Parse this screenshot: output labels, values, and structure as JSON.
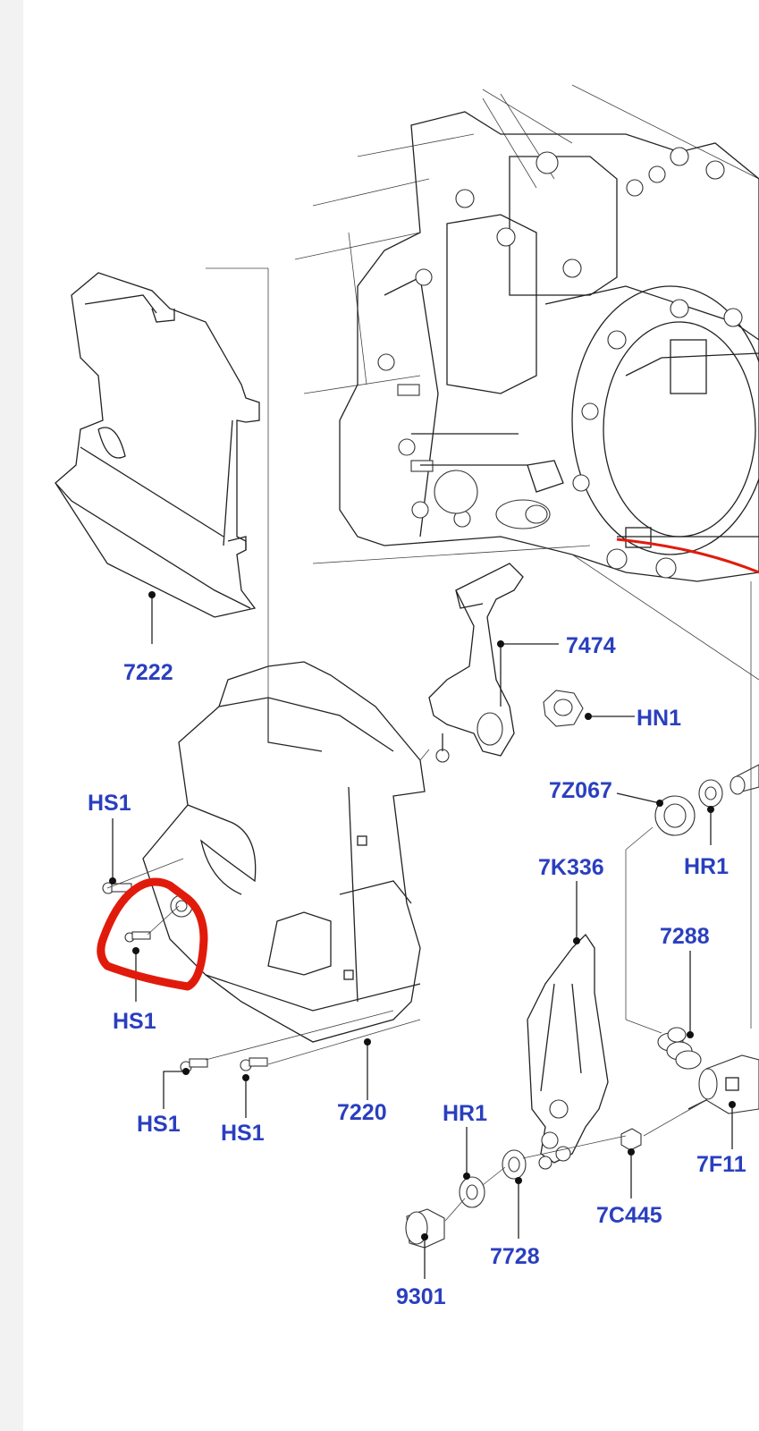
{
  "diagram": {
    "callouts": {
      "c7222": "7222",
      "c7474": "7474",
      "hn1": "HN1",
      "hs1_top": "HS1",
      "c7z067": "7Z067",
      "c7k336": "7K336",
      "hr1_right": "HR1",
      "c7288": "7288",
      "hs1_mid": "HS1",
      "hs1_bl": "HS1",
      "hs1_br": "HS1",
      "c7220": "7220",
      "hr1_bottom": "HR1",
      "c7f11": "7F11",
      "c7c445": "7C445",
      "c7728": "7728",
      "c9301": "9301"
    },
    "colors": {
      "label": "#2a3fbf",
      "line": "#222222",
      "highlight": "#e11b0c",
      "sheet": "#ffffff",
      "margin": "#f2f2f2"
    }
  }
}
